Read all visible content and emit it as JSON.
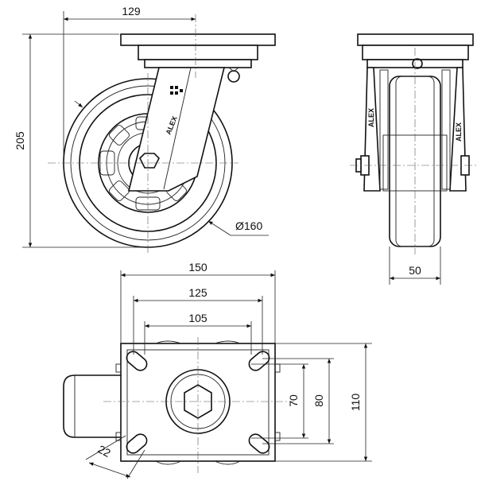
{
  "dimensions": {
    "offset": "129",
    "overall_height": "205",
    "wheel_diameter": "Ø160",
    "wheel_width": "50",
    "plate_width": "150",
    "hole_spacing_outer": "125",
    "hole_spacing_inner": "105",
    "hole_spacing_v_inner": "70",
    "hole_spacing_v_outer": "80",
    "plate_length": "110",
    "slot_width": "22"
  },
  "logo": {
    "text": "ALEX"
  },
  "colors": {
    "stroke": "#111111",
    "background": "#ffffff"
  }
}
